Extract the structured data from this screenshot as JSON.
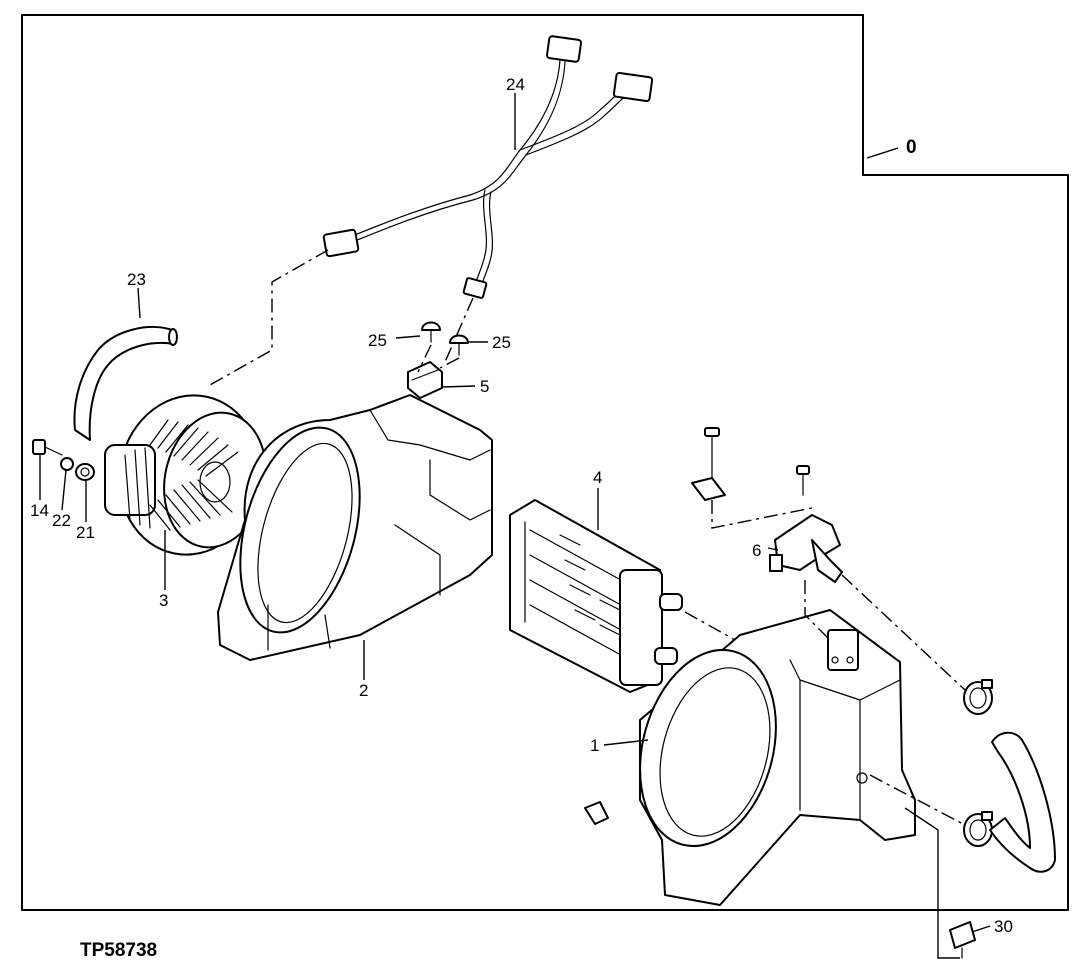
{
  "figure_id": "TP58738",
  "callouts": {
    "c0": "0",
    "c1": "1",
    "c2": "2",
    "c3": "3",
    "c4": "4",
    "c5": "5",
    "c6": "6",
    "c14": "14",
    "c21": "21",
    "c22": "22",
    "c23": "23",
    "c24": "24",
    "c25a": "25",
    "c25b": "25",
    "c30": "30"
  },
  "colors": {
    "ink": "#000000",
    "paper": "#ffffff"
  }
}
